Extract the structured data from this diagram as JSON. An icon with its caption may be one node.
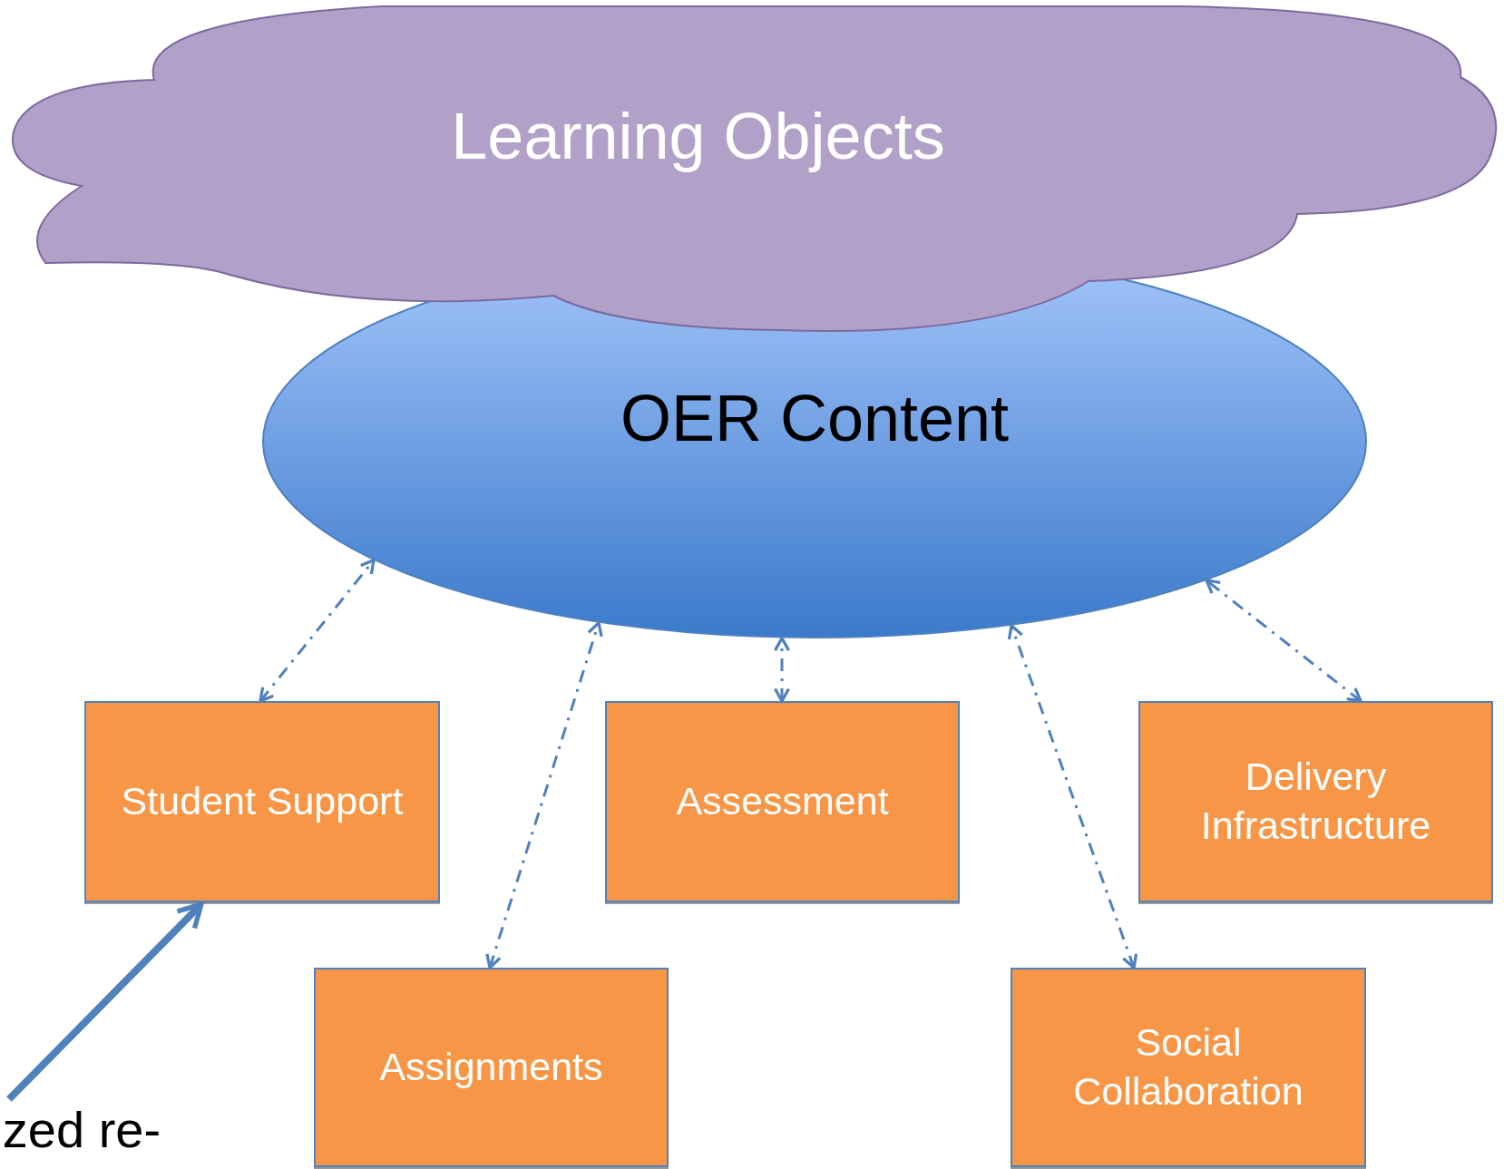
{
  "diagram": {
    "nodes": [
      {
        "text": [
          "Learning Objects"
        ]
      },
      {
        "text": [
          "OER Content"
        ]
      },
      {
        "text": [
          "Student Support"
        ]
      },
      {
        "text": [
          "Assessment"
        ]
      },
      {
        "text": [
          "Delivery Infrastructure"
        ]
      },
      {
        "text": [
          "Assignments"
        ]
      },
      {
        "text": [
          "Social Collaboration"
        ]
      },
      {
        "text": [
          "zed re-"
        ]
      }
    ],
    "edges": [
      {
        "from": 2,
        "to": 1,
        "arrow": "both",
        "style": "dashed"
      },
      {
        "from": 5,
        "to": 1,
        "arrow": "both",
        "style": "dashed"
      },
      {
        "from": 3,
        "to": 1,
        "arrow": "both",
        "style": "dashed"
      },
      {
        "from": 6,
        "to": 1,
        "arrow": "both",
        "style": "dashed"
      },
      {
        "from": 4,
        "to": 1,
        "arrow": "both",
        "style": "dashed"
      },
      {
        "from": 7,
        "to": 2,
        "arrow": "to",
        "style": "thick"
      }
    ]
  }
}
